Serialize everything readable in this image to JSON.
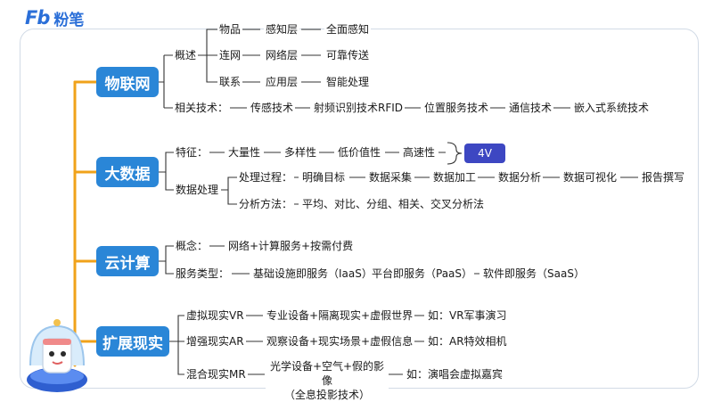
{
  "brand": {
    "mark": "Fb",
    "name": "粉笔"
  },
  "nodes": {
    "iot": "物联网",
    "bigdata": "大数据",
    "cloud": "云计算",
    "xr": "扩展现实"
  },
  "iot": {
    "overview": "概述",
    "items": "物品",
    "perception_layer": "感知层",
    "full_perception": "全面感知",
    "network": "连网",
    "network_layer": "网络层",
    "reliable_transmission": "可靠传送",
    "association": "联系",
    "application_layer": "应用层",
    "intelligent_processing": "智能处理",
    "tech_label": "相关技术：",
    "tech_sensor": "传感技术",
    "tech_rfid": "射频识别技术RFID",
    "tech_location": "位置服务技术",
    "tech_comm": "通信技术",
    "tech_embedded": "嵌入式系统技术"
  },
  "bigdata": {
    "feature_label": "特征：",
    "volume": "大量性",
    "variety": "多样性",
    "low_value": "低价值性",
    "velocity": "高速性",
    "tag_4v": "4V",
    "processing": "数据处理",
    "process_label": "处理过程：",
    "step_goal": "明确目标",
    "step_collect": "数据采集",
    "step_process": "数据加工",
    "step_analyze": "数据分析",
    "step_visual": "数据可视化",
    "step_report": "报告撰写",
    "method_label": "分析方法：",
    "methods": "平均、对比、分组、相关、交叉分析法"
  },
  "cloud": {
    "concept_label": "概念：",
    "concept": "网络+计算服务+按需付费",
    "service_label": "服务类型：",
    "iaas": "基础设施即服务（IaaS）",
    "paas": "平台即服务（PaaS）",
    "saas": "软件即服务（SaaS）"
  },
  "xr": {
    "vr": "虚拟现实VR",
    "vr_desc": "专业设备+隔离现实+虚假世界",
    "vr_eg": "如：VR军事演习",
    "ar": "增强现实AR",
    "ar_desc": "观察设备+现实场景+虚假信息",
    "ar_eg": "如：AR特效相机",
    "mr": "混合现实MR",
    "mr_desc": "光学设备+空气+假的影像",
    "mr_desc2": "（全息投影技术）",
    "mr_eg": "如：演唱会虚拟嘉宾"
  },
  "colors": {
    "trunk": "#f0a21a",
    "node": "#2a86d7",
    "brand": "#2b6fd8",
    "tag": "#3d47c2",
    "line": "#333333"
  }
}
